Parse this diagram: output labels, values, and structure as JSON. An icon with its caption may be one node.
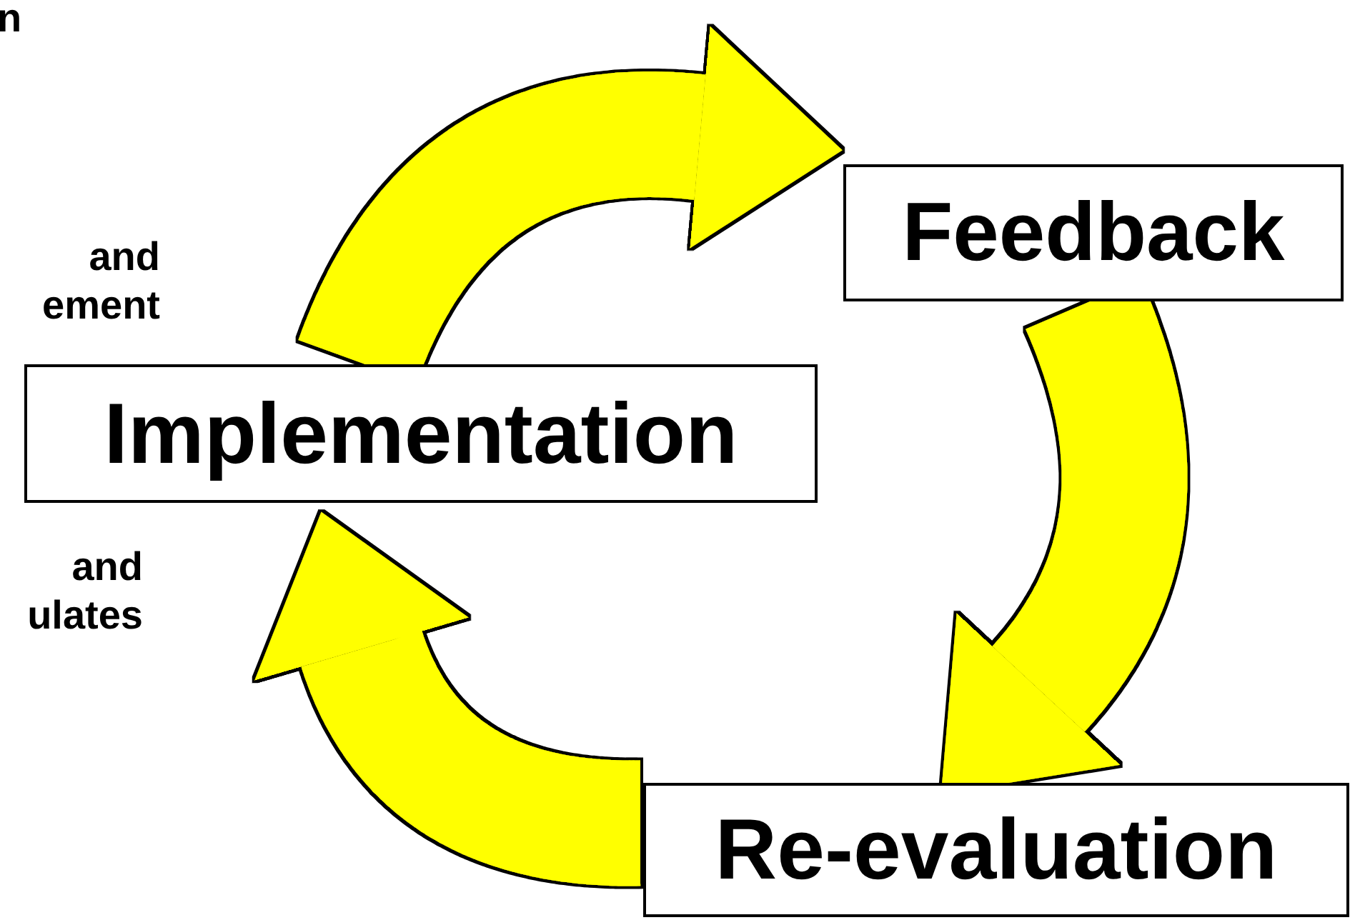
{
  "diagram": {
    "nodes": [
      {
        "text": [
          "Feedback"
        ]
      },
      {
        "text": [
          "Implementation"
        ]
      },
      {
        "text": [
          "Re-evaluation"
        ]
      }
    ],
    "edges": [
      {
        "from": 1,
        "to": 0,
        "arrow": "to"
      },
      {
        "from": 0,
        "to": 2,
        "arrow": "to"
      },
      {
        "from": 2,
        "to": 1,
        "arrow": "to"
      }
    ],
    "labels": [
      "n",
      "and ement",
      "and ulates"
    ]
  }
}
